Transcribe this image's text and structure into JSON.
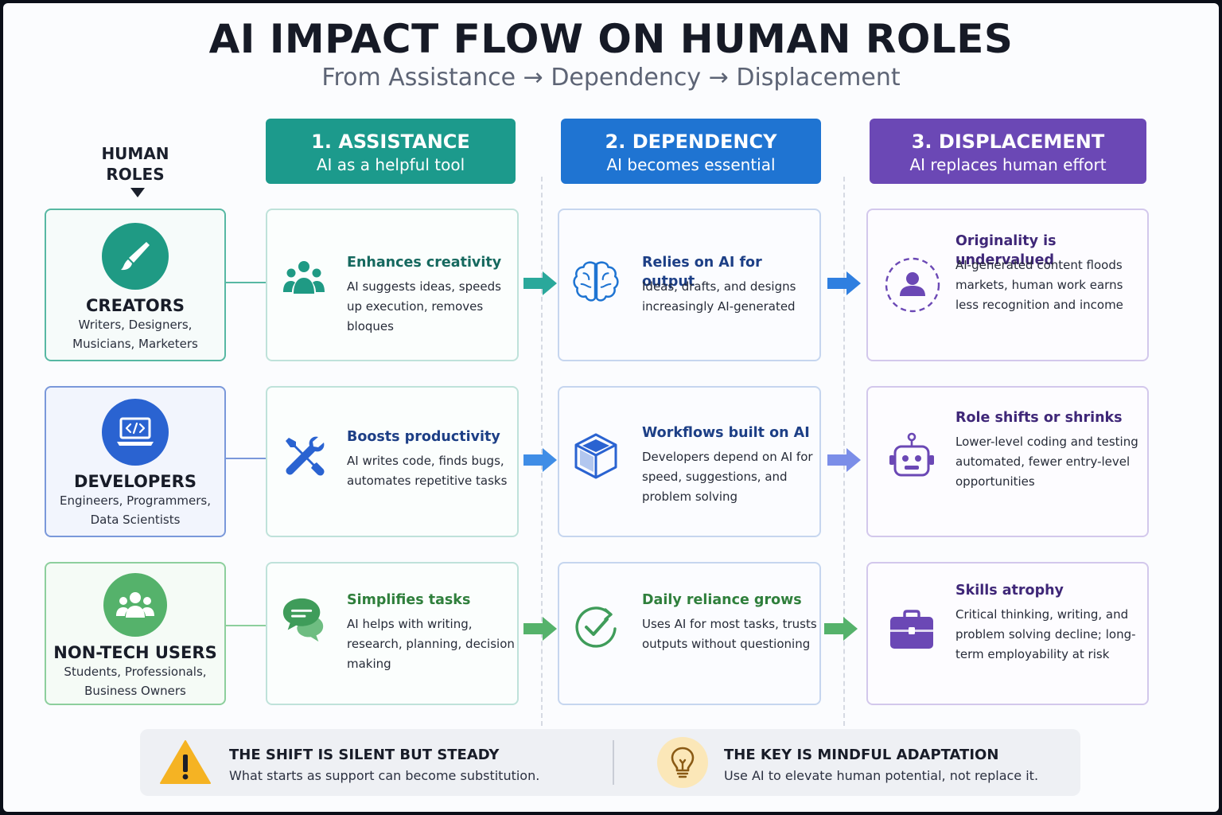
{
  "title": "AI IMPACT FLOW ON HUMAN ROLES",
  "subtitle": "From Assistance → Dependency → Displacement",
  "roles_label": "HUMAN ROLES",
  "stages": [
    {
      "title": "1. ASSISTANCE",
      "subtitle": "AI as a helpful tool",
      "color": "#1c9a8c"
    },
    {
      "title": "2. DEPENDENCY",
      "subtitle": "AI becomes essential",
      "color": "#1f74d2"
    },
    {
      "title": "3. DISPLACEMENT",
      "subtitle": "AI replaces human effort",
      "color": "#6b48b5"
    }
  ],
  "roles": [
    {
      "name": "CREATORS",
      "desc": "Writers, Designers, Musicians, Marketers",
      "icon": "paintbrush-icon",
      "color": "#1f9a84"
    },
    {
      "name": "DEVELOPERS",
      "desc": "Engineers, Programmers, Data Scientists",
      "icon": "laptop-code-icon",
      "color": "#2a63d1"
    },
    {
      "name": "NON-TECH USERS",
      "desc": "Students, Professionals, Business Owners",
      "icon": "people-group-icon",
      "color": "#55b26b"
    }
  ],
  "cells": {
    "creators": [
      {
        "title": "Enhances creativity",
        "body": "AI suggests ideas, speeds up execution, removes bloques",
        "icon": "people-icon"
      },
      {
        "title": "Relies on AI for output",
        "body": "Ideas, drafts, and designs increasingly AI-generated",
        "icon": "brain-icon"
      },
      {
        "title": "Originality is undervalued",
        "body": "AI-generated content floods markets, human work earns less recognition and income",
        "icon": "person-dashed-circle-icon"
      }
    ],
    "developers": [
      {
        "title": "Boosts productivity",
        "body": "AI writes code, finds bugs, automates repetitive tasks",
        "icon": "tools-icon"
      },
      {
        "title": "Workflows built on AI",
        "body": "Developers depend on AI for speed, suggestions, and problem solving",
        "icon": "cube-icon"
      },
      {
        "title": "Role shifts or shrinks",
        "body": "Lower-level coding and testing automated, fewer entry-level opportunities",
        "icon": "robot-icon"
      }
    ],
    "nontech": [
      {
        "title": "Simplifies tasks",
        "body": "AI helps with writing, research, planning, decision making",
        "icon": "chat-bubbles-icon"
      },
      {
        "title": "Daily reliance grows",
        "body": "Uses AI for most tasks, trusts outputs without questioning",
        "icon": "check-cycle-icon"
      },
      {
        "title": "Skills atrophy",
        "body": "Critical thinking, writing, and problem solving decline; long-term employability at risk",
        "icon": "briefcase-icon"
      }
    ]
  },
  "footer": {
    "left": {
      "title": "THE SHIFT IS SILENT BUT STEADY",
      "body": "What starts as support can become substitution.",
      "icon": "warning-icon"
    },
    "right": {
      "title": "THE KEY IS MINDFUL ADAPTATION",
      "body": "Use AI to elevate human potential, not replace it.",
      "icon": "lightbulb-icon"
    }
  }
}
